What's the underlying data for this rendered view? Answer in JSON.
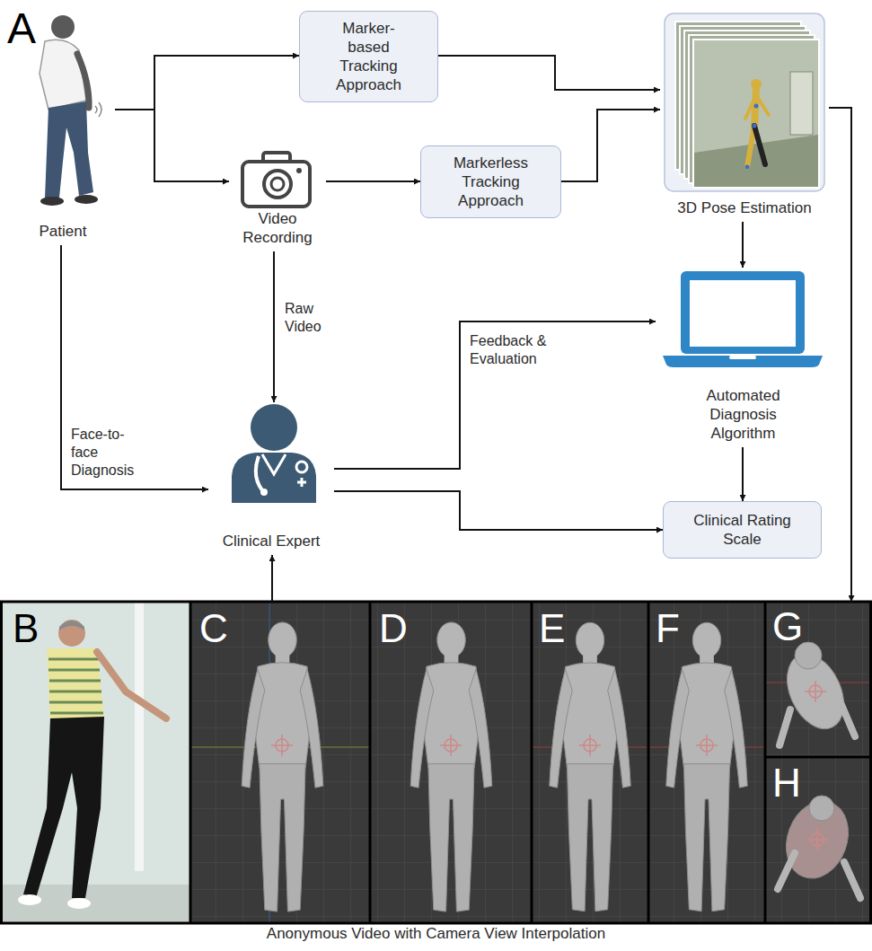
{
  "diagram": {
    "nodes": [
      {
        "text": [
          "Patient"
        ]
      },
      {
        "text": [
          "Marker-based Tracking Approach"
        ]
      },
      {
        "text": [
          "Video Recording"
        ]
      },
      {
        "text": [
          "Markerless Tracking Approach"
        ]
      },
      {
        "text": [
          "3D Pose Estimation"
        ]
      },
      {
        "text": [
          "Automated Diagnosis Algorithm"
        ]
      },
      {
        "text": [
          "Clinical Expert"
        ]
      },
      {
        "text": [
          "Clinical Rating Scale"
        ]
      },
      {
        "text": [
          "Anonymous Video with Camera View Interpolation"
        ]
      }
    ],
    "edges": [
      {
        "from": 0,
        "to": 1,
        "arrow": "to"
      },
      {
        "from": 0,
        "to": 2,
        "arrow": "to"
      },
      {
        "from": 1,
        "to": 4,
        "arrow": "to"
      },
      {
        "from": 2,
        "to": 3,
        "arrow": "to"
      },
      {
        "from": 3,
        "to": 4,
        "arrow": "to"
      },
      {
        "from": 2,
        "to": 6,
        "label": "Raw Video",
        "arrow": "to"
      },
      {
        "from": 0,
        "to": 6,
        "label": "Face-to-face Diagnosis",
        "arrow": "to"
      },
      {
        "from": 6,
        "to": 5,
        "label": "Feedback & Evaluation",
        "arrow": "to"
      },
      {
        "from": 6,
        "to": 7,
        "arrow": "to"
      },
      {
        "from": 4,
        "to": 5,
        "arrow": "to"
      },
      {
        "from": 5,
        "to": 7,
        "arrow": "to"
      },
      {
        "from": 4,
        "to": 8,
        "arrow": "to"
      },
      {
        "from": 8,
        "to": 6,
        "arrow": "to"
      }
    ],
    "labels": [
      "A",
      "B",
      "C",
      "D",
      "E",
      "F",
      "G",
      "H"
    ]
  }
}
